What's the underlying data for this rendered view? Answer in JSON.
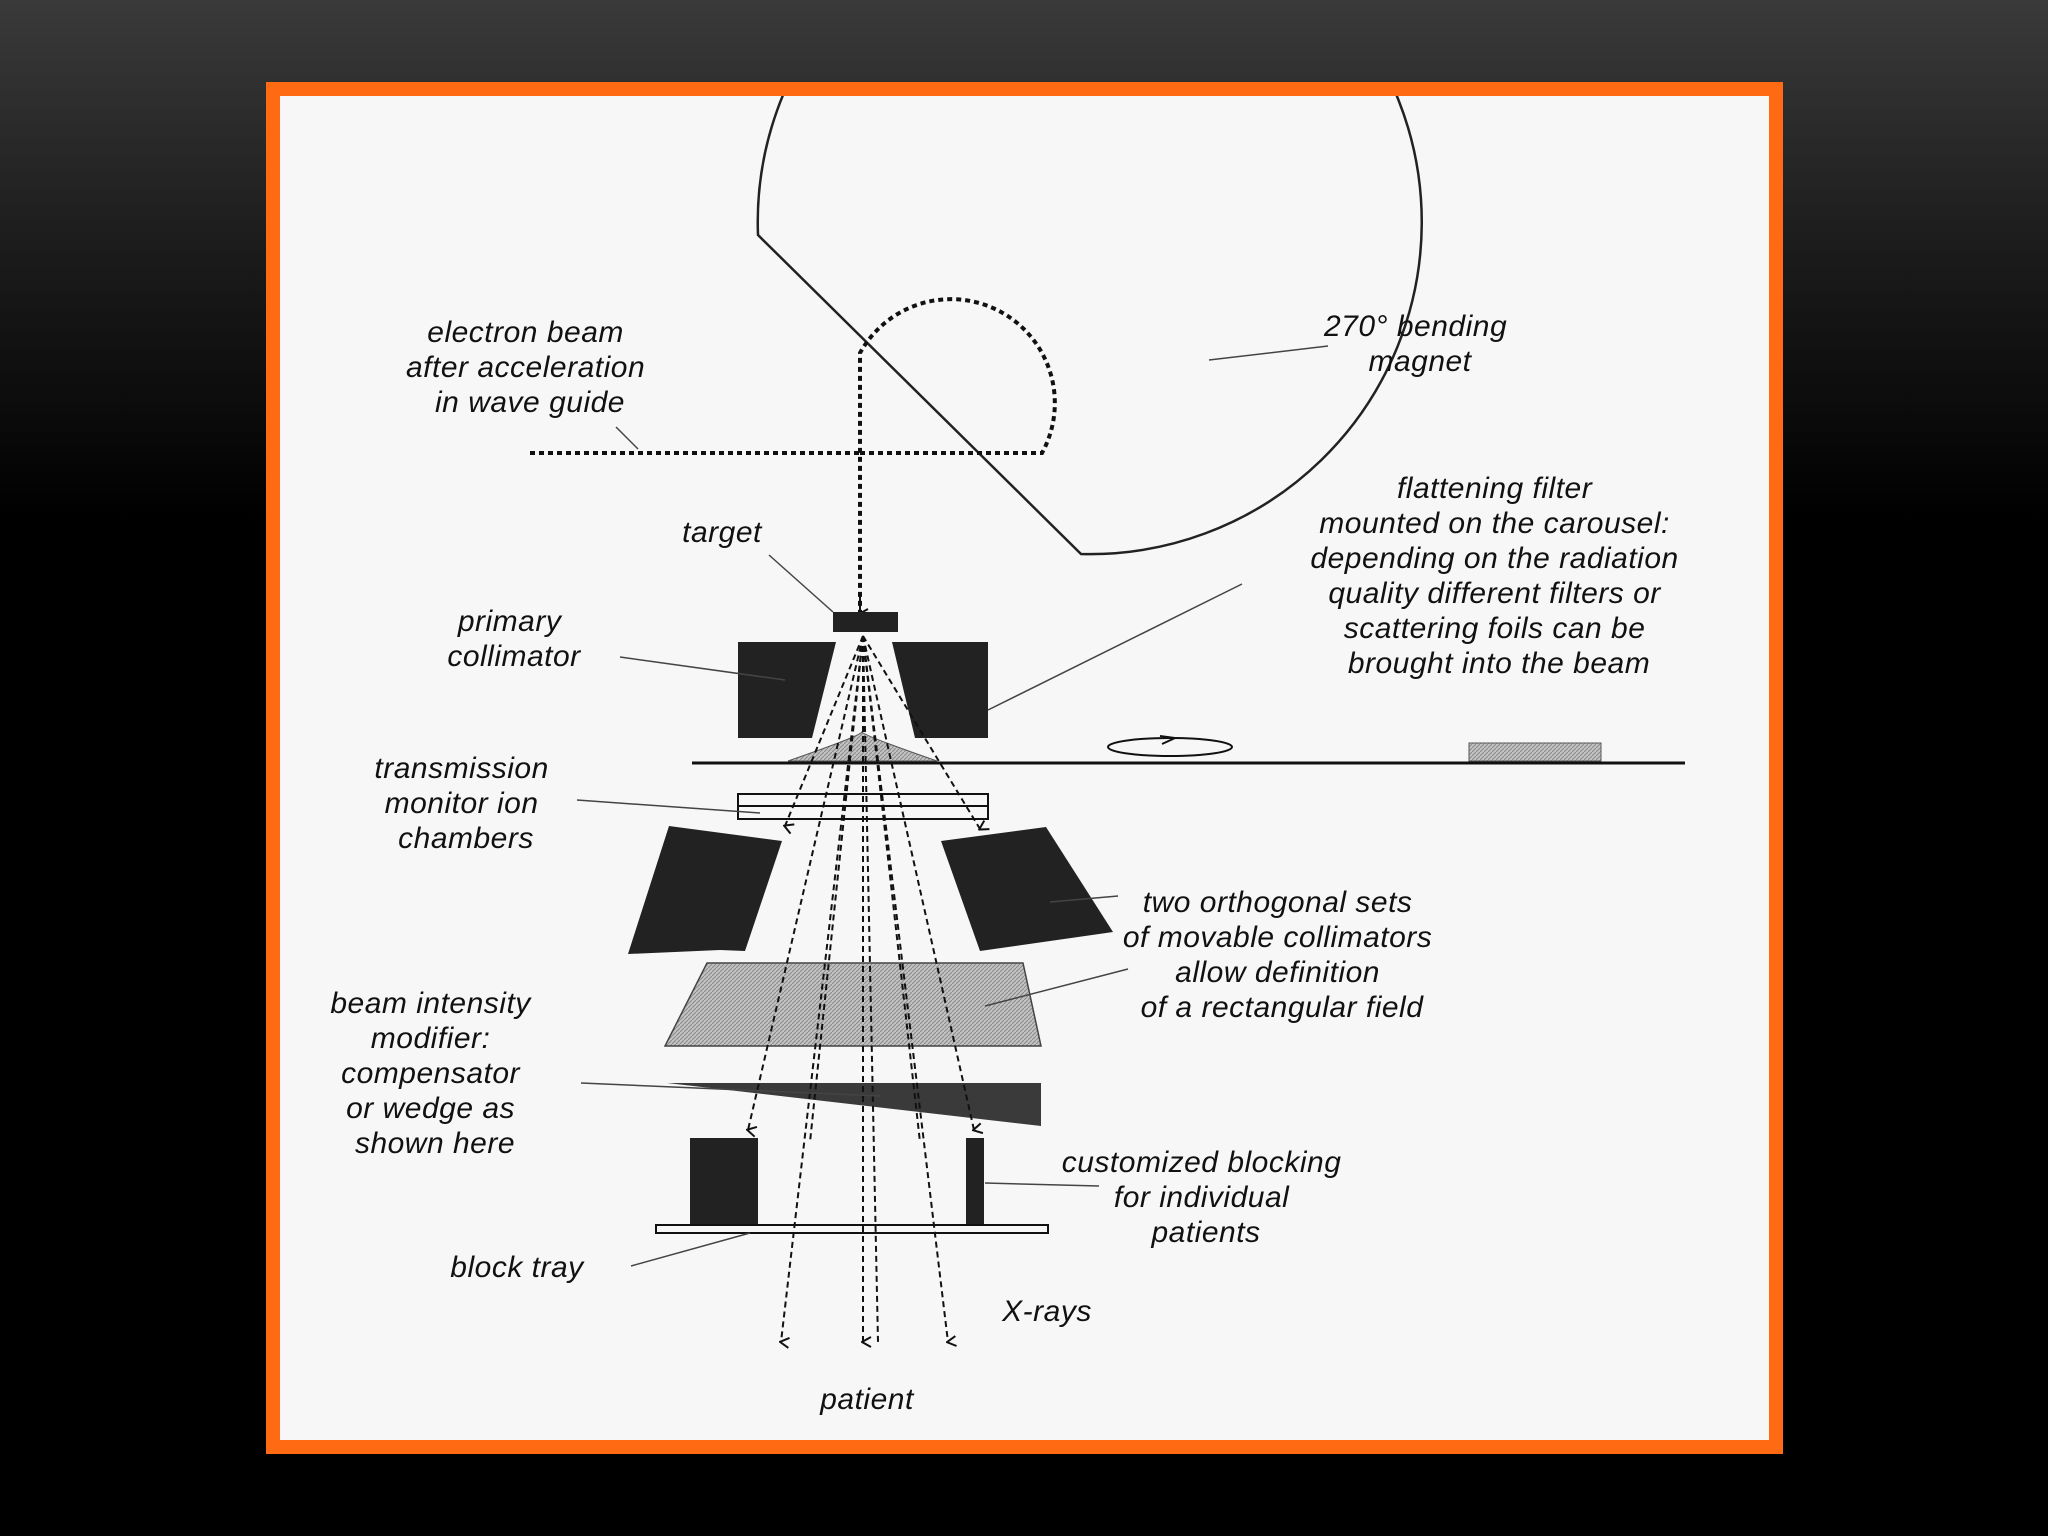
{
  "diagram": {
    "labels": {
      "electron_beam": [
        "electron beam",
        "after acceleration",
        "in wave guide"
      ],
      "bending_magnet": [
        "270° bending",
        "magnet"
      ],
      "flattening_filter": [
        "flattening filter",
        "mounted on the carousel:",
        "depending on the radiation",
        "quality different filters or",
        "scattering foils can be",
        "brought into the beam"
      ],
      "target": "target",
      "primary_collimator": [
        "primary",
        "collimator"
      ],
      "transmission_monitor": [
        "transmission",
        "monitor ion",
        "chambers"
      ],
      "movable_collimators": [
        "two orthogonal sets",
        "of movable collimators",
        "allow definition",
        "of a rectangular field"
      ],
      "beam_modifier": [
        "beam intensity",
        "modifier:",
        "compensator",
        "or wedge as",
        "shown here"
      ],
      "custom_blocking": [
        "customized blocking",
        "for individual",
        "patients"
      ],
      "block_tray": "block tray",
      "xrays": "X-rays",
      "patient": "patient"
    },
    "colors": {
      "frame": "#ff6a13",
      "figure_background": "#f7f7f7",
      "dark_component": "#222222",
      "hatched_component": "#b8b8b8"
    }
  }
}
